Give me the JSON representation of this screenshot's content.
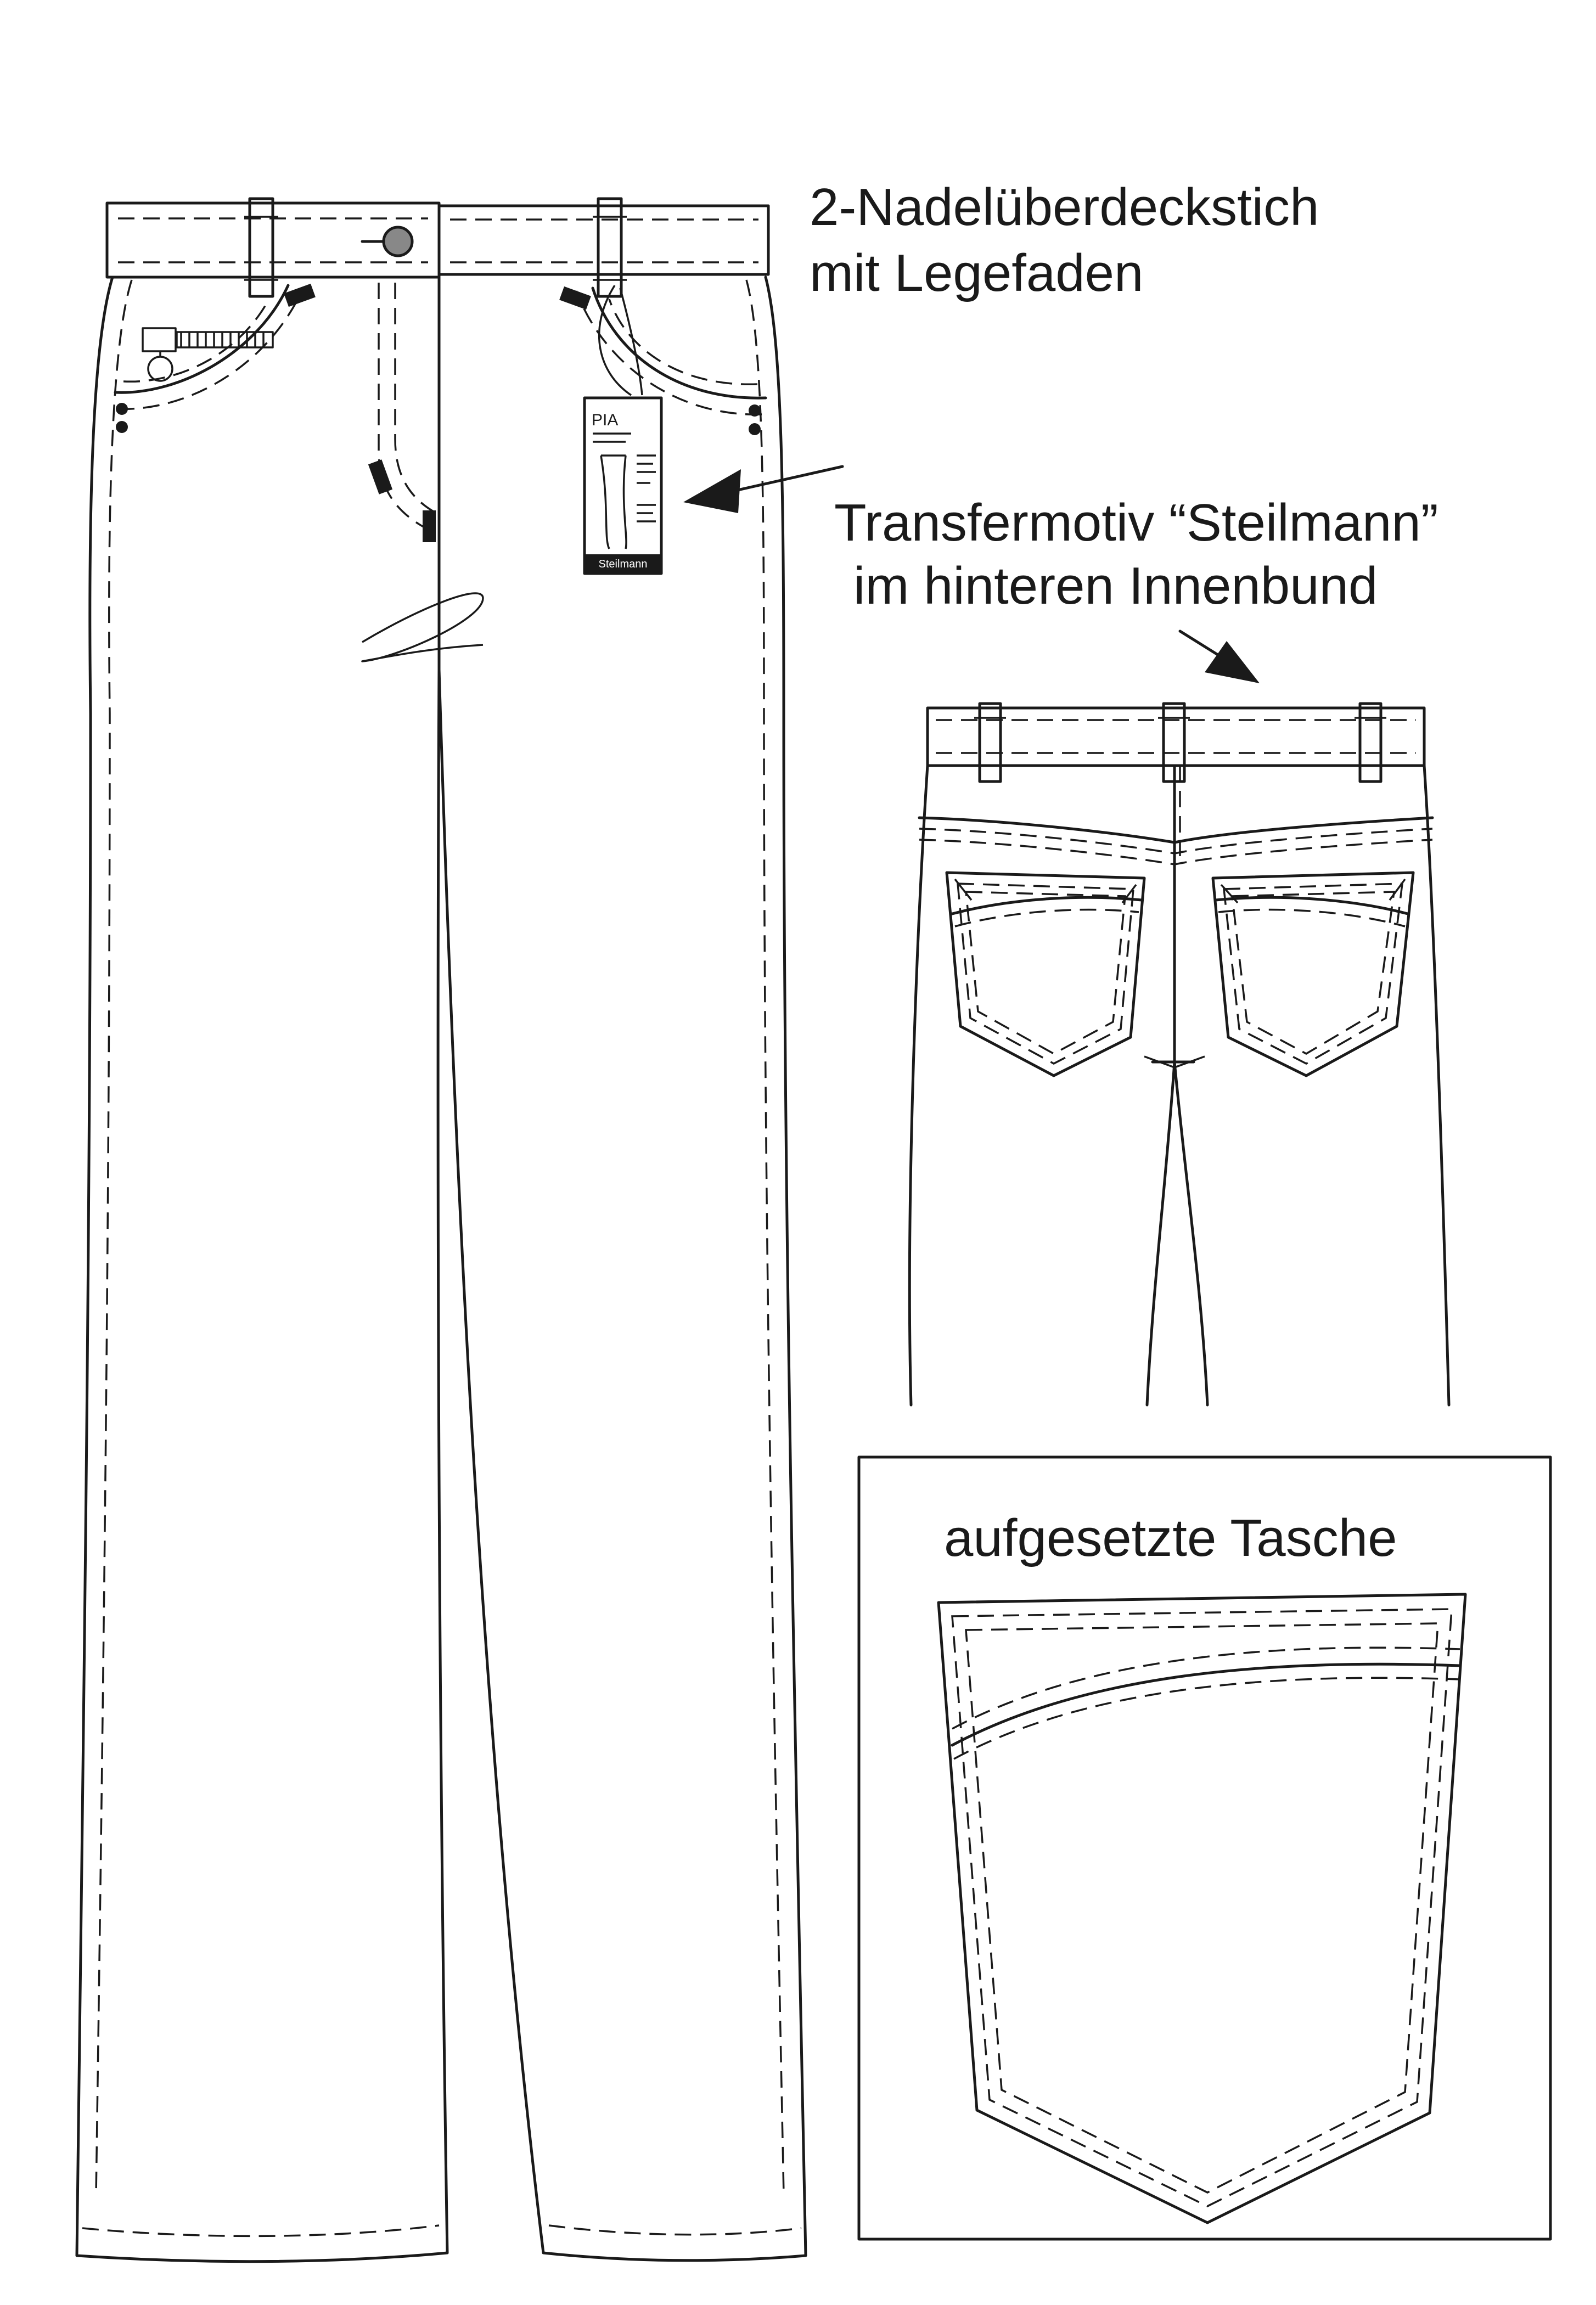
{
  "annotations": {
    "stitch_line_1": "2-Nadelüberdeckstich",
    "stitch_line_2": "mit Legefaden",
    "transfer_line_1": "Transfermotiv “Steilmann”",
    "transfer_line_2": "im hinteren Innenbund",
    "pocket_detail_title": "aufgesetzte Tasche"
  },
  "hang_tag": {
    "name": "PIA",
    "brand": "Steilmann"
  }
}
